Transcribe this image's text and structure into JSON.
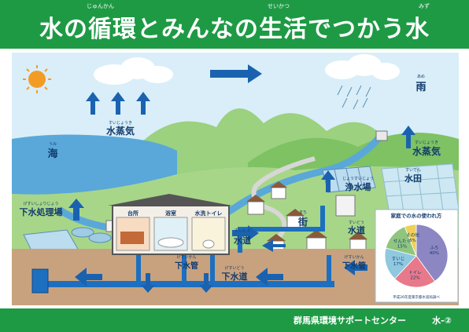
{
  "title": {
    "text": "水の循環とみんなの生活でつかう水",
    "ruby": {
      "junkan": "じゅんかん",
      "seikatsu": "せいかつ",
      "mizu": "みず"
    }
  },
  "labels": {
    "rain": {
      "text": "雨",
      "ruby": "あめ"
    },
    "vapor_left": {
      "text": "水蒸気",
      "ruby": "すいじょうき"
    },
    "vapor_right": {
      "text": "水蒸気",
      "ruby": "すいじょうき"
    },
    "sea": {
      "text": "海",
      "ruby": "うみ"
    },
    "purification_plant": {
      "text": "浄水場",
      "ruby": "じょうすいじょう"
    },
    "paddy": {
      "text": "水田",
      "ruby": "すいでん"
    },
    "town": {
      "text": "街",
      "ruby": "まち"
    },
    "water_pipe_left": {
      "text": "水道",
      "ruby": "すいどう"
    },
    "water_pipe_right": {
      "text": "水道",
      "ruby": "すいどう"
    },
    "sewage_plant": {
      "text": "下水処理場",
      "ruby": "げすいしょりじょう"
    },
    "sewer_pipe_house": {
      "text": "下水管",
      "ruby": "げすいかん"
    },
    "sewer_pipe_right": {
      "text": "下水管",
      "ruby": "げすいかん"
    },
    "sewer": {
      "text": "下水道",
      "ruby": "げすいどう"
    }
  },
  "house": {
    "rooms": [
      {
        "label": "台所"
      },
      {
        "label": "浴室"
      },
      {
        "label": "水洗トイレ"
      }
    ]
  },
  "pie": {
    "title": "家庭での水の使われ方",
    "source": "平成26年度東京都水道局調べ"
  },
  "chart_data": {
    "type": "pie",
    "title": "家庭での水の使われ方",
    "slices": [
      {
        "label": "ふろ",
        "value": 40
      },
      {
        "label": "トイレ",
        "value": 22
      },
      {
        "label": "すいじ",
        "value": 17
      },
      {
        "label": "せんたく",
        "value": 15
      },
      {
        "label": "その他",
        "value": 6
      }
    ],
    "colors": [
      "#8c86c2",
      "#e7798a",
      "#8fc8df",
      "#8fc57e",
      "#efcf5a"
    ]
  },
  "footer": {
    "org": "群馬県環境サポートセンター",
    "code": "水-②"
  },
  "colors": {
    "brand_green": "#1e9a45",
    "label_navy": "#123b6d",
    "arrow_blue": "#1a62b0",
    "pipe_blue": "#1d6fc0",
    "sky": "#d9eef8",
    "mountain": "#8ccb6e",
    "ground": "#c8a27f",
    "water": "#5aa8d9"
  },
  "icons": {
    "sun": "sun-icon",
    "cloud": "cloud-icon",
    "arrow": "arrow-icon"
  }
}
